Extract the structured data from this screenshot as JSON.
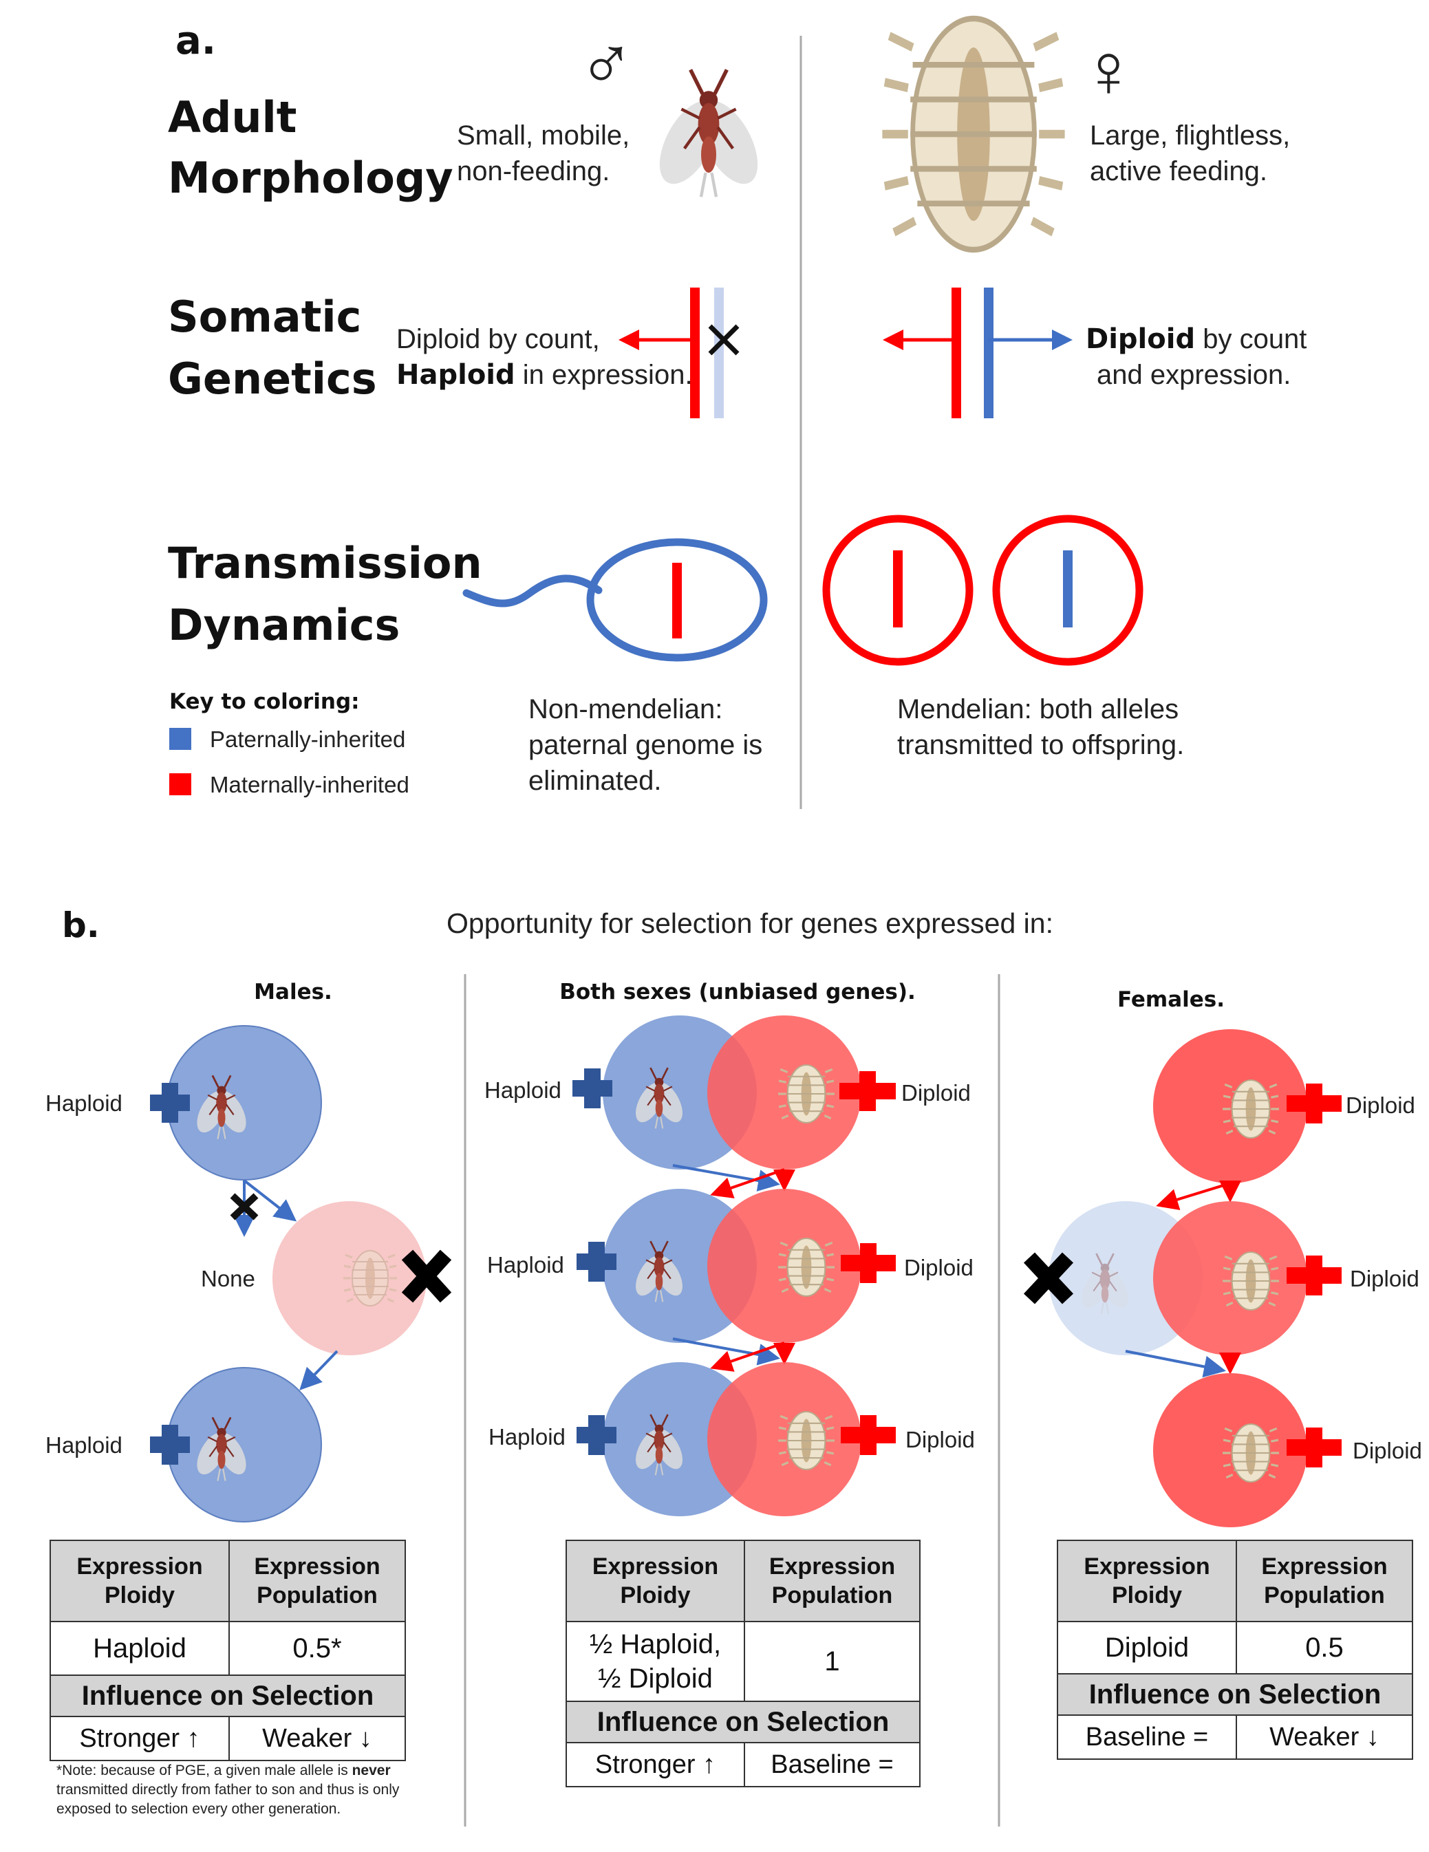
{
  "panel_a": {
    "label": "a.",
    "rows": {
      "morphology": [
        "Adult",
        "Morphology"
      ],
      "somatic": [
        "Somatic",
        "Genetics"
      ],
      "transmission": [
        "Transmission",
        "Dynamics"
      ]
    },
    "male": {
      "symbol": "♂",
      "morph_text": [
        "Small, mobile,",
        "non-feeding."
      ],
      "somatic_line1": "Diploid by count,",
      "somatic_line2_bold": "Haploid",
      "somatic_line2_rest": " in expression.",
      "transmission_text": [
        "Non-mendelian:",
        "paternal genome is",
        "eliminated."
      ]
    },
    "female": {
      "symbol": "♀",
      "morph_text": [
        "Large, flightless,",
        "active feeding."
      ],
      "somatic_line1_bold": "Diploid",
      "somatic_line1_rest": " by count",
      "somatic_line2": "and expression.",
      "transmission_text": [
        "Mendelian: both alleles",
        "transmitted to offspring."
      ]
    },
    "key": {
      "title": "Key to coloring:",
      "paternal": "Paternally-inherited",
      "maternal": "Maternally-inherited",
      "paternal_color": "#4472c4",
      "maternal_color": "#ff0000"
    }
  },
  "panel_b": {
    "label": "b.",
    "title": "Opportunity for selection for genes expressed in:",
    "males": {
      "heading": "Males.",
      "labels": {
        "haploid": "Haploid",
        "none": "None"
      },
      "table": {
        "h1": "Expression Ploidy",
        "h2": "Expression Population",
        "v1": "Haploid",
        "v2": "0.5*",
        "influence": "Influence on Selection",
        "i1": "Stronger ↑",
        "i2": "Weaker ↓"
      },
      "note_pre": "*Note: because of PGE, a given male allele is ",
      "note_bold": "never",
      "note_post": " transmitted directly from father to son and thus is only exposed to selection every other generation."
    },
    "both": {
      "heading": "Both sexes (unbiased genes).",
      "labels": {
        "haploid": "Haploid",
        "diploid": "Diploid"
      },
      "table": {
        "h1": "Expression Ploidy",
        "h2": "Expression Population",
        "v1a": "½ Haploid,",
        "v1b": "½ Diploid",
        "v2": "1",
        "influence": "Influence on Selection",
        "i1": "Stronger ↑",
        "i2": "Baseline ="
      }
    },
    "females": {
      "heading": "Females.",
      "labels": {
        "diploid": "Diploid"
      },
      "table": {
        "h1": "Expression Ploidy",
        "h2": "Expression Population",
        "v1": "Diploid",
        "v2": "0.5",
        "influence": "Influence on Selection",
        "i1": "Baseline =",
        "i2": "Weaker ↓"
      }
    },
    "colors": {
      "male_circle": "#8aa6da",
      "male_cross": "#2f5597",
      "female_circle": "#ff5f5f",
      "female_cross": "#ff0000",
      "faded_female": "#f8c7c7",
      "faded_male": "#d6e1f3"
    }
  }
}
